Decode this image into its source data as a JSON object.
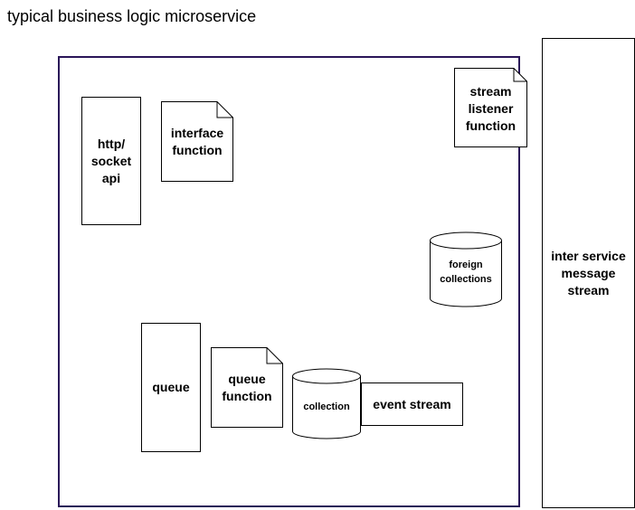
{
  "title": "typical business logic microservice",
  "nodes": {
    "http_api": "http/ socket api",
    "interface_function": "interface function",
    "stream_listener_function": "stream listener function",
    "foreign_collections": "foreign collections",
    "queue": "queue",
    "queue_function": "queue function",
    "collection": "collection",
    "event_stream": "event stream",
    "inter_service_message_stream": "inter service message stream"
  },
  "colors": {
    "container_border": "#2a1558"
  }
}
